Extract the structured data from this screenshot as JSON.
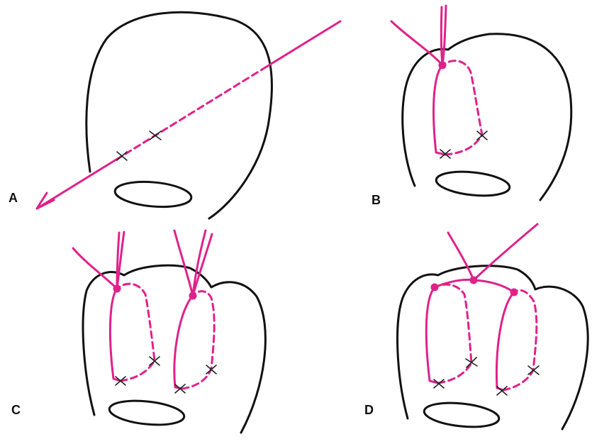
{
  "panels": [
    {
      "label": "A"
    },
    {
      "label": "B"
    },
    {
      "label": "C"
    },
    {
      "label": "D"
    }
  ],
  "colors": {
    "outline": "#111111",
    "suture": "#e0218a",
    "background": "#ffffff"
  }
}
